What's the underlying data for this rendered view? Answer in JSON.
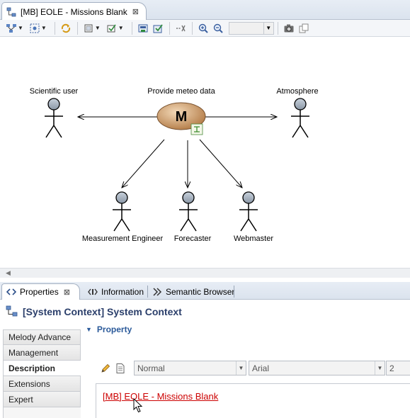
{
  "editor": {
    "tab_title": "[MB] EOLE - Missions Blank",
    "close_glyph": "⊠"
  },
  "diagram": {
    "mission_label": "Provide meteo data",
    "mission_glyph": "M",
    "actors": {
      "scientific_user": "Scientific user",
      "atmosphere": "Atmosphere",
      "measurement_engineer": "Measurement Engineer",
      "forecaster": "Forecaster",
      "webmaster": "Webmaster"
    }
  },
  "views": {
    "tabs": [
      {
        "label": "Properties",
        "active": true
      },
      {
        "label": "Information",
        "active": false
      },
      {
        "label": "Semantic Browser",
        "active": false
      }
    ],
    "close_glyph": "⊠"
  },
  "properties": {
    "title": "[System Context] System Context",
    "categories": [
      "Melody Advance",
      "Management",
      "Description",
      "Extensions",
      "Expert"
    ],
    "active_category": "Description",
    "section_title": "Property",
    "style_combo": "Normal",
    "font_combo": "Arial",
    "size_combo": "2",
    "description_link": "[MB] EOLE - Missions Blank"
  },
  "colors": {
    "accent_title": "#2b3f6b",
    "section_blue": "#2b5a9a",
    "link_red": "#cc0000",
    "mission_fill": "#c9955f"
  }
}
